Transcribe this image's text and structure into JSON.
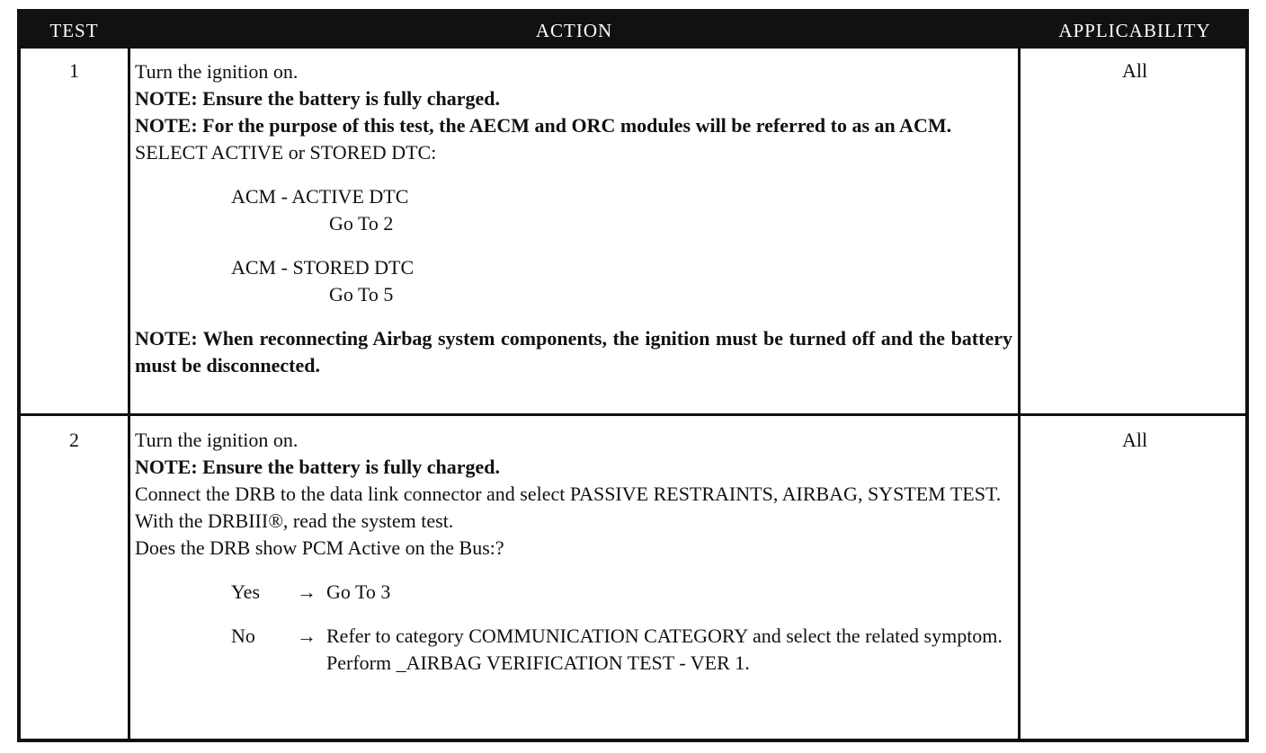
{
  "header": {
    "test": "TEST",
    "action": "ACTION",
    "applicability": "APPLICABILITY"
  },
  "rows": [
    {
      "test": "1",
      "applicability": "All",
      "lines": {
        "l1": "Turn the ignition on.",
        "l2": "NOTE: Ensure the battery is fully charged.",
        "l3": "NOTE: For the purpose of this test, the AECM and ORC modules will be referred to as an ACM.",
        "l4": "SELECT ACTIVE or STORED DTC:",
        "opt1": "ACM - ACTIVE DTC",
        "opt1_goto": "Go To  2",
        "opt2": "ACM - STORED DTC",
        "opt2_goto": "Go To  5",
        "note": "NOTE: When reconnecting Airbag system components, the ignition must be turned off and the battery must be disconnected."
      }
    },
    {
      "test": "2",
      "applicability": "All",
      "lines": {
        "l1": "Turn the ignition on.",
        "l2": "NOTE: Ensure the battery is fully charged.",
        "l3": "Connect the DRB to the data link connector and select PASSIVE RESTRAINTS, AIRBAG, SYSTEM TEST.",
        "l4": "With the DRBIII®, read the system test.",
        "l5": "Does the DRB show PCM Active on the Bus:?",
        "yes_label": "Yes",
        "arrow": "→",
        "yes_action": "Go To  3",
        "no_label": "No",
        "no_action_1": "Refer to category COMMUNICATION CATEGORY and select the related symptom.",
        "no_action_2": "Perform _AIRBAG VERIFICATION TEST - VER 1."
      }
    }
  ]
}
